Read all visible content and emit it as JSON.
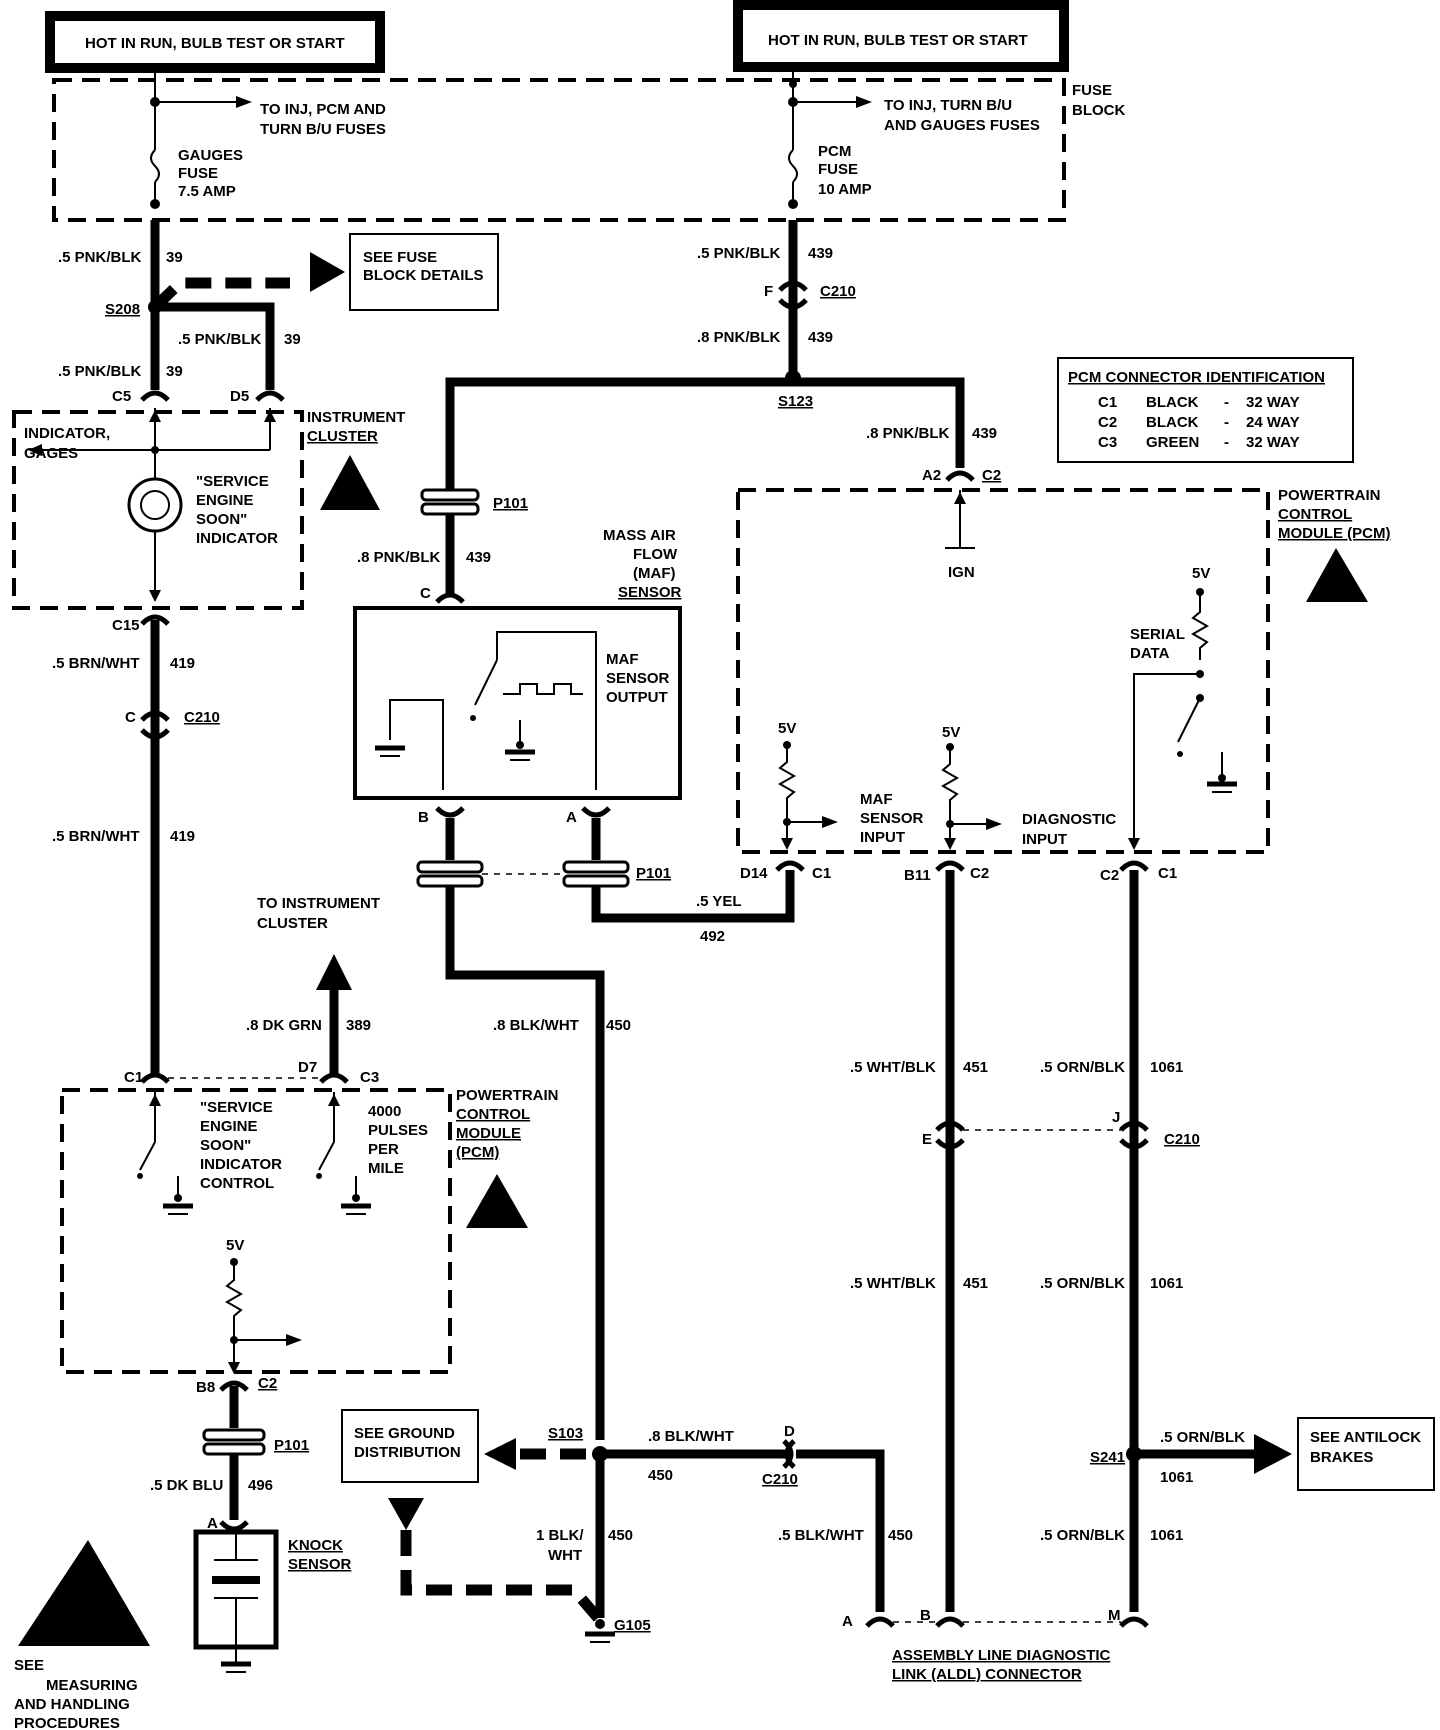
{
  "power_sources": {
    "left": "HOT IN RUN, BULB TEST OR START",
    "right": "HOT IN RUN, BULB TEST OR START"
  },
  "fuse_block": {
    "label_1": "FUSE",
    "label_2": "BLOCK",
    "left_feed_1": "TO INJ, PCM AND",
    "left_feed_2": "TURN B/U FUSES",
    "right_feed_1": "TO INJ, TURN B/U",
    "right_feed_2": "AND GAUGES FUSES",
    "gauges_fuse_1": "GAUGES",
    "gauges_fuse_2": "FUSE",
    "gauges_fuse_3": "7.5 AMP",
    "pcm_fuse_1": "PCM",
    "pcm_fuse_2": "FUSE",
    "pcm_fuse_3": "10 AMP"
  },
  "see_fuse_block": {
    "line1": "SEE FUSE",
    "line2": "BLOCK DETAILS"
  },
  "wires": {
    "w1_color": ".5 PNK/BLK",
    "w1_num": "39",
    "w2_color": ".5 PNK/BLK",
    "w2_num": "39",
    "w3_color": ".5 PNK/BLK",
    "w3_num": "39",
    "w4_color": ".5 PNK/BLK",
    "w4_num": "439",
    "w5_color": ".8 PNK/BLK",
    "w5_num": "439",
    "w6_color": ".8 PNK/BLK",
    "w6_num": "439",
    "w7_color": ".8 PNK/BLK",
    "w7_num": "439",
    "w8_color": ".5 BRN/WHT",
    "w8_num": "419",
    "w9_color": ".5 BRN/WHT",
    "w9_num": "419",
    "w10_color": ".5 YEL",
    "w10_num": "492",
    "w11_color": ".8 DK GRN",
    "w11_num": "389",
    "w12_color": ".8 BLK/WHT",
    "w12_num": "450",
    "w13_color": ".5 WHT/BLK",
    "w13_num": "451",
    "w14_color": ".5 ORN/BLK",
    "w14_num": "1061",
    "w15_color": ".5 WHT/BLK",
    "w15_num": "451",
    "w16_color": ".5 ORN/BLK",
    "w16_num": "1061",
    "w17_color": ".8 BLK/WHT",
    "w17_num": "450",
    "w18_color_1": "1 BLK/",
    "w18_color_2": "WHT",
    "w18_num": "450",
    "w19_color": ".5 BLK/WHT",
    "w19_num": "450",
    "w20_color": ".5 ORN/BLK",
    "w20_num": "1061",
    "w21_color": ".5 ORN/BLK",
    "w21_num": "1061",
    "w22_color": ".5 DK BLU",
    "w22_num": "496"
  },
  "splices": {
    "s208": "S208",
    "s123": "S123",
    "s103": "S103",
    "s241": "S241",
    "g105": "G105"
  },
  "connectors": {
    "c5": "C5",
    "d5": "D5",
    "c15": "C15",
    "c_c210": "C",
    "c210": "C210",
    "f": "F",
    "f_c210": "C210",
    "a2": "A2",
    "c2": "C2",
    "p101_top": "P101",
    "maf_c": "C",
    "maf_b": "B",
    "maf_a": "A",
    "p101_mid": "P101",
    "d14": "D14",
    "c1": "C1",
    "b11": "B11",
    "b11_c2": "C2",
    "pcm_c2": "C2",
    "pcm_c1": "C1",
    "e": "E",
    "j": "J",
    "ej_c210": "C210",
    "c1_low": "C1",
    "d7": "D7",
    "c3": "C3",
    "b8": "B8",
    "b8_c2": "C2",
    "p101_low": "P101",
    "ks_a": "A",
    "d_c210": "D",
    "d_c210_label": "C210",
    "aldl_a": "A",
    "aldl_b": "B",
    "aldl_m": "M"
  },
  "instrument_cluster": {
    "label_1": "INSTRUMENT",
    "label_2": "CLUSTER",
    "indicator_1": "INDICATOR,",
    "indicator_2": "GAGES",
    "ses_1": "\"SERVICE",
    "ses_2": "ENGINE",
    "ses_3": "SOON\"",
    "ses_4": "INDICATOR"
  },
  "pcm_id": {
    "title": "PCM CONNECTOR IDENTIFICATION",
    "rows": [
      {
        "conn": "C1",
        "color": "BLACK",
        "ways": "32 WAY"
      },
      {
        "conn": "C2",
        "color": "BLACK",
        "ways": "24 WAY"
      },
      {
        "conn": "C3",
        "color": "GREEN",
        "ways": "32 WAY"
      }
    ]
  },
  "pcm_right": {
    "label_1": "POWERTRAIN",
    "label_2": "CONTROL",
    "label_3": "MODULE (PCM)",
    "ign": "IGN",
    "v5_a": "5V",
    "v5_b": "5V",
    "v5_c": "5V",
    "serial_1": "SERIAL",
    "serial_2": "DATA",
    "maf_in_1": "MAF",
    "maf_in_2": "SENSOR",
    "maf_in_3": "INPUT",
    "diag_1": "DIAGNOSTIC",
    "diag_2": "INPUT"
  },
  "maf_sensor": {
    "label_1": "MASS AIR",
    "label_2": "FLOW",
    "label_3": "(MAF)",
    "label_4": "SENSOR",
    "out_1": "MAF",
    "out_2": "SENSOR",
    "out_3": "OUTPUT"
  },
  "pcm_left": {
    "label_1": "POWERTRAIN",
    "label_2": "CONTROL",
    "label_3": "MODULE",
    "label_4": "(PCM)",
    "ses_1": "\"SERVICE",
    "ses_2": "ENGINE",
    "ses_3": "SOON\"",
    "ses_4": "INDICATOR",
    "ses_5": "CONTROL",
    "pulses_1": "4000",
    "pulses_2": "PULSES",
    "pulses_3": "PER",
    "pulses_4": "MILE",
    "v5": "5V"
  },
  "to_cluster": {
    "line1": "TO INSTRUMENT",
    "line2": "CLUSTER"
  },
  "knock_sensor": {
    "line1": "KNOCK",
    "line2": "SENSOR"
  },
  "ground_dist": {
    "line1": "SEE GROUND",
    "line2": "DISTRIBUTION"
  },
  "antilock": {
    "line1": "SEE ANTILOCK",
    "line2": "BRAKES"
  },
  "aldl": {
    "line1": "ASSEMBLY LINE DIAGNOSTIC",
    "line2": "LINK (ALDL) CONNECTOR"
  },
  "esd": {
    "line1": "SEE",
    "line2": "MEASURING",
    "line3": "AND HANDLING",
    "line4": "PROCEDURES"
  }
}
